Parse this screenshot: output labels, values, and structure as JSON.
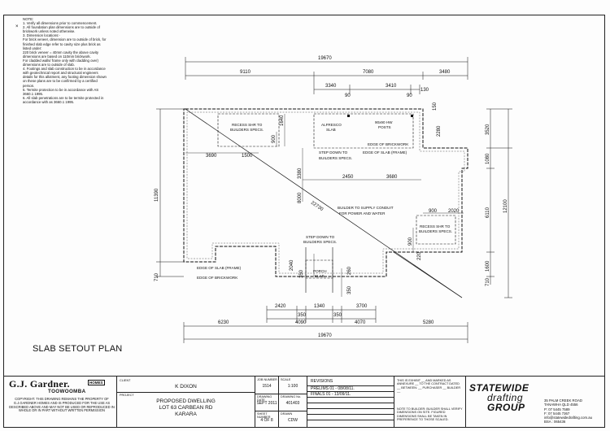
{
  "corner_mark": "×",
  "notes": [
    "NOTE:",
    "1. Verify all dimensions prior to commencement.",
    "2. All foundation plan dimensions are to outside of brickwork unless noted otherwise.",
    "3. Dimension locations:-",
    "For brick veneer, dimension are to outside of brick, for finished slab edge refer to cavity size plus brick as listed under:",
    "220 brick veneer = 40mm cavity the above cavity dimensions are based on 110mm brickwork.",
    "For cladded walls/ frame only with cladding over) dimensions are to outside of slab.",
    "4. Footings and slab construction to be in accordance with geotechnical report and structural engineers details for this allotment, any footing dimension shown on these plans are to be confirmed by a certified person.",
    "5. Termite protection to be in accordance with AS 3660.1 1995.",
    "6. All slab penetrations are to be termite protected in accordance with as 3660.1 1995."
  ],
  "dimensions": {
    "top_overall": "19670",
    "top_left": "9110",
    "top_mid": "7080",
    "top_right": "3480",
    "top_sub1": "3340",
    "top_sub2": "3410",
    "top_sub3": "130",
    "post_a": "90",
    "post_b": "90",
    "alfresco_h": "150",
    "alfresco_depth": "2280",
    "right_top": "3520",
    "right_mid": "1080",
    "right_overall": "12100",
    "right_main": "6110",
    "right_bottom": "1600",
    "right_small": "710",
    "left_overall": "11390",
    "left_small": "710",
    "recess_tl_w": "1640",
    "recess_tl_h": "900",
    "left_3690": "3690",
    "left_1500": "1500",
    "mid_3380": "3380",
    "mid_2450": "2450",
    "mid_3680": "3680",
    "diag_8000": "8000",
    "diag_22730": "22730",
    "recess_br_900": "900",
    "recess_br_2020": "2020",
    "recess_br_900v": "900",
    "recess_br_220": "220",
    "porch_2040": "2040",
    "porch_350": "350",
    "porch_260": "260",
    "porch_350b": "350",
    "bot_2420": "2420",
    "bot_350": "350",
    "bot_1340": "1340",
    "bot_350b": "350",
    "bot_3700": "3700",
    "bot_4090": "4090",
    "bot_4070": "4070",
    "bot_6230": "6230",
    "bot_5280": "5280",
    "bot_overall": "19670"
  },
  "labels": {
    "recess_tl": [
      "RECESS SHR TO",
      "BUILDERS SPECS."
    ],
    "alfresco": [
      "ALFRESCO",
      "SLAB"
    ],
    "posts": [
      "90x90 HW",
      "POSTS"
    ],
    "edge_brick_top": "EDGE OF BRICKWORK",
    "step_down_1": [
      "STEP DOWN TO",
      "BUILDERS SPECS."
    ],
    "edge_slab_frame_top": "EDGE OF SLAB (FRAME)",
    "conduit": [
      "BUILDER TO SUPPLY CONDUIT",
      "FOR POWER AND WATER"
    ],
    "recess_br": [
      "RECESS SHR TO",
      "BUILDERS SPECS."
    ],
    "step_down_2": [
      "STEP DOWN TO",
      "BUILDERS SPECS."
    ],
    "edge_slab_frame_bot": "EDGE OF SLAB (FRAME)",
    "edge_brick_bot": "EDGE OF BRICKWORK",
    "porch": [
      "PORCH",
      "SLAB"
    ]
  },
  "drawing_title": "SLAB SETOUT PLAN",
  "title_block": {
    "company_name": "G.J. Gardner.",
    "company_tag": "HOMES",
    "company_city": "TOOWOOMBA",
    "copyright": "COPYRIGHT. THIS DRAWING REMAINS THE PROPERTY OF G.J.GARDNER HOMES AND IS PRODUCED FOR THE USE AS DESCRIBED ABOVE AND MAY NOT BE USED OR REPRODUCED IN WHOLE OR IN PART WITHOUT WRITTEN PERMISSION",
    "client_label": "CLIENT",
    "client": "K DIXON",
    "project_label": "PROJECT",
    "project_lines": [
      "PROPOSED DWELLING",
      "LOT 63 CARBEAN RD",
      "KARARA"
    ],
    "job_label": "JOB NUMBER",
    "job": "1514",
    "scale_label": "SCALE",
    "scale": "1:100",
    "date_label": "DRAWING DATE",
    "date": "SEPT 2011",
    "drawing_no_label": "DRAWING No.",
    "drawing_no": "401403",
    "sheet_label": "SHEET NUMBER",
    "sheet": "4 OF 8",
    "drawn_label": "DRAWN",
    "drawn": "CDW",
    "revisions_label": "REVISIONS",
    "revisions": [
      "PRELIMS 01 - 08/08/11.",
      "FINALS 01 - 13/09/11."
    ],
    "contract_text": "THIS IS EXHIBIT __ AND MARKED AS ANNEXURE __ TO THE CONTRACT DATED __ BETWEEN: __ PURCHASER __ BUILDER __",
    "contract_note": "NOTE TO BUILDER: BUILDER SHALL VERIFY DIMENSIONS ON SITE. FIGURED DIMENSIONS SHALL BE TAKEN IN PREFERENCE TO THOSE SCALED.",
    "sw_line1": "STATEWIDE",
    "sw_line2": "drafting",
    "sw_line3": "GROUP",
    "address": [
      "35 PALM CREEK ROAD",
      "TANAWHA QLD 4556",
      "P: 07 5445 7589",
      "F: 07 5445 7367",
      "info@statewidedrafting.com.au",
      "BSA : 065436"
    ]
  }
}
